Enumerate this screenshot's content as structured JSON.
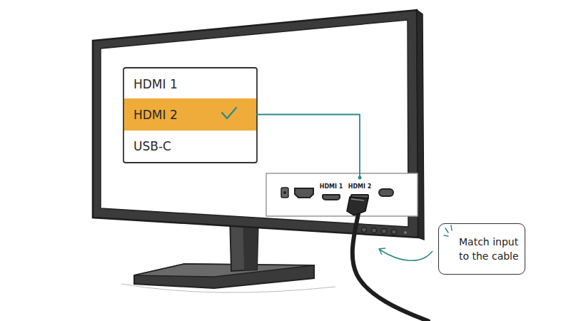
{
  "diagram": {
    "nodes": [
      {
        "text": [
          "HDMI 1"
        ]
      },
      {
        "text": [
          "HDMI 2"
        ]
      },
      {
        "text": [
          "USB-C"
        ]
      },
      {
        "text": [
          "HDMI 1"
        ]
      },
      {
        "text": [
          "HDMI 2"
        ]
      },
      {
        "text": [
          "Match input to the cable"
        ]
      }
    ],
    "edges": [
      {
        "from": 1,
        "to": 4,
        "arrow": "none"
      }
    ]
  }
}
